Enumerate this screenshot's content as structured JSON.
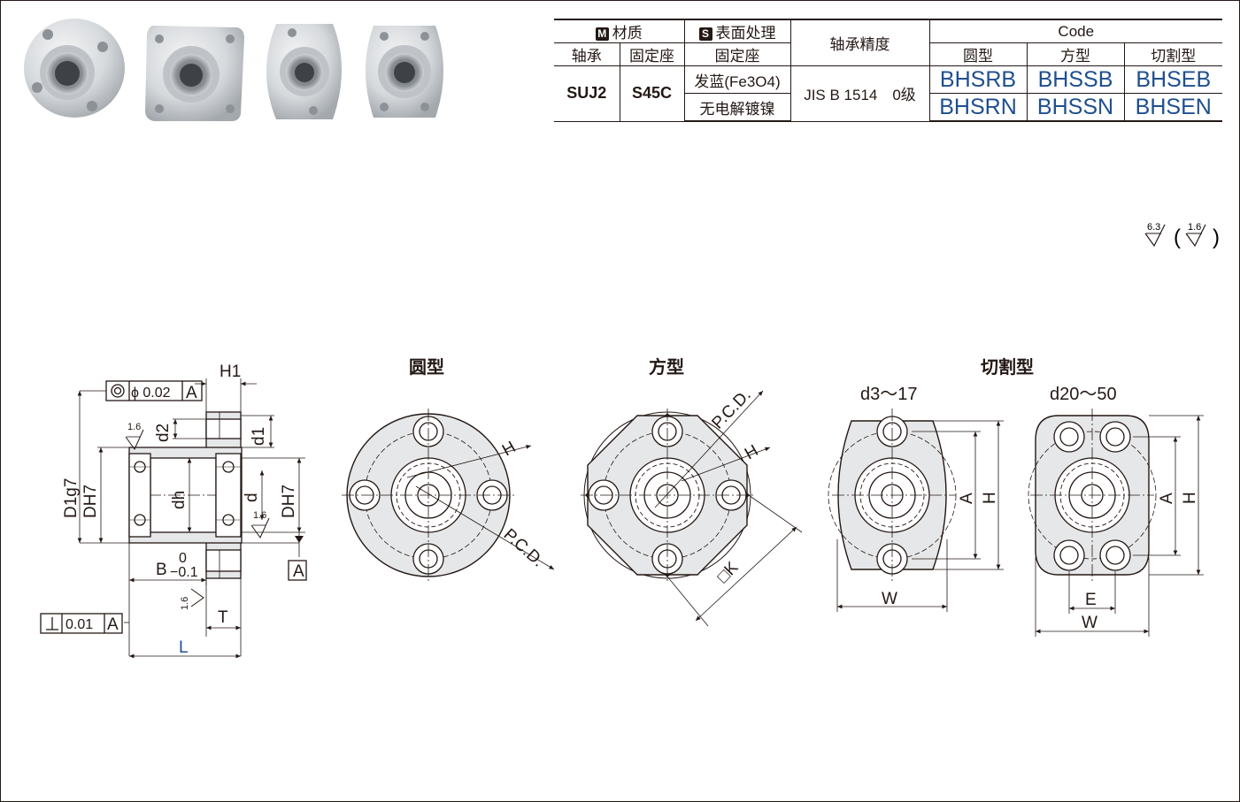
{
  "table": {
    "material_tag": "M",
    "material_label": "材质",
    "surface_tag": "S",
    "surface_label": "表面处理",
    "precision_header": "轴承精度",
    "code_header": "Code",
    "bearing_label": "轴承",
    "housing_label": "固定座",
    "surface_housing_label": "固定座",
    "type_round": "圆型",
    "type_square": "方型",
    "type_cut": "切割型",
    "bearing_material": "SUJ2",
    "housing_material": "S45C",
    "surface_1": "发蓝(Fe3O4)",
    "surface_2": "无电解镀镍",
    "precision_value": "JIS B 1514　0级",
    "codes_row1": [
      "BHSRB",
      "BHSSB",
      "BHSEB"
    ],
    "codes_row2": [
      "BHSRN",
      "BHSSN",
      "BHSEN"
    ]
  },
  "roughness": {
    "general": "6.3",
    "special": "1.6"
  },
  "drawing": {
    "title_round": "圆型",
    "title_square": "方型",
    "title_cut": "切割型",
    "cut_range_a": "d3～17",
    "cut_range_b": "d20～50",
    "dim_H1": "H1",
    "dim_d2": "d2",
    "dim_d1": "d1",
    "dim_dh": "dh",
    "dim_d": "d",
    "dim_DH7": "DH7",
    "dim_Dg7": "D1g7",
    "dim_B": "B",
    "dim_B_upper": "0",
    "dim_B_lower": "−0.1",
    "dim_T": "T",
    "dim_L": "L",
    "dim_H": "H",
    "dim_PCD": "P.C.D.",
    "dim_K": "□K",
    "dim_A": "A",
    "dim_W": "W",
    "dim_E": "E",
    "datum": "A",
    "concentricity": "ϕ 0.02",
    "perpendicularity": "0.01",
    "surface_16": "1.6"
  },
  "colors": {
    "ink": "#231815",
    "code_blue": "#1f4f8f",
    "metal_light": "#e4e6e8",
    "metal_dark": "#9da3a8"
  }
}
